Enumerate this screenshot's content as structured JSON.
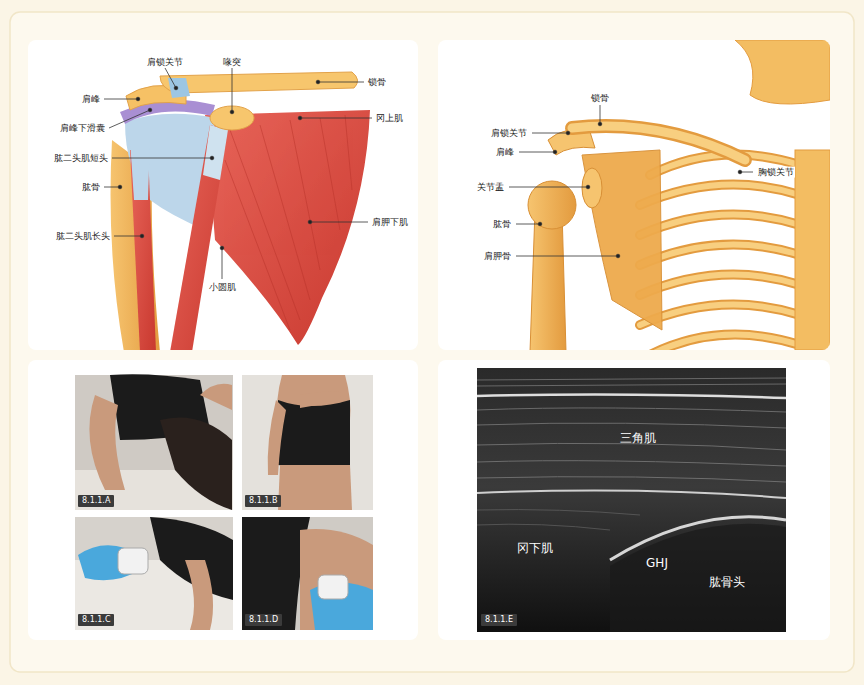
{
  "diagram": {
    "nodes": [
      {
        "text": [
          "8.1.1.A"
        ]
      },
      {
        "text": [
          "8.1.1.B"
        ]
      },
      {
        "text": [
          "8.1.1.C"
        ]
      },
      {
        "text": [
          "8.1.1.D"
        ]
      },
      {
        "text": [
          "8.1.1.E"
        ]
      }
    ],
    "labels": [
      "肩锁关节",
      "喙突",
      "锁骨",
      "肩峰",
      "冈上肌",
      "肩峰下滑囊",
      "肱二头肌短头",
      "肱骨",
      "肩胛下肌",
      "肱二头肌长头",
      "小圆肌",
      "锁骨",
      "肩锁关节",
      "肩峰",
      "胸锁关节",
      "关节盂",
      "肱骨",
      "肩胛骨",
      "三角肌",
      "冈下肌",
      "GHJ",
      "肱骨头"
    ]
  }
}
